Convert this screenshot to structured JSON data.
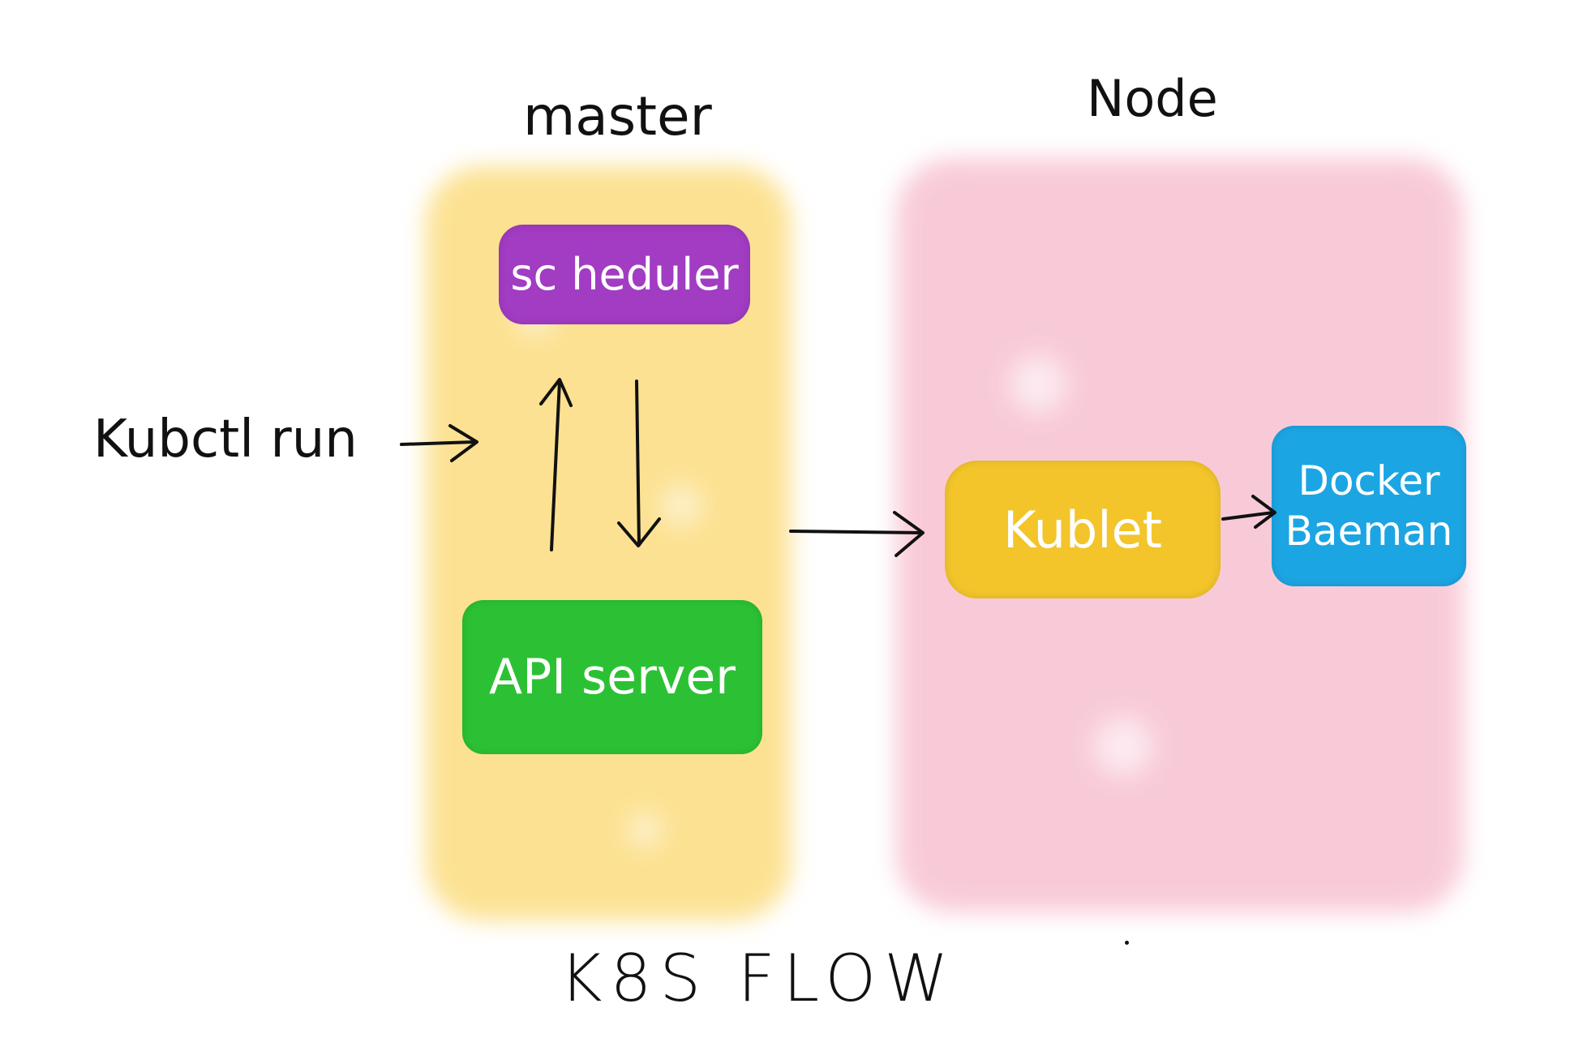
{
  "diagram": {
    "regions": {
      "master": {
        "label": "master",
        "color": "#fbd86e"
      },
      "node": {
        "label": "Node",
        "color": "#f6b5c8"
      }
    },
    "command": {
      "label": "Kubctl run"
    },
    "components": {
      "scheduler": {
        "label": "sc heduler",
        "color": "#a13cc3"
      },
      "api_server": {
        "label": "API server",
        "color": "#2cc134"
      },
      "kublet": {
        "label": "Kublet",
        "color": "#f3c52b"
      },
      "docker": {
        "line1": "Docker",
        "line2": "Baeman",
        "color": "#1ca5e3"
      }
    },
    "footer_title": "K8S FLOW"
  }
}
